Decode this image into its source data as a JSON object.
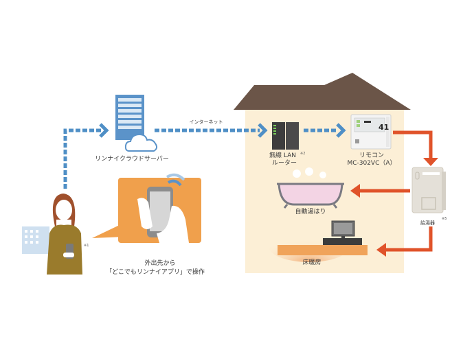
{
  "colors": {
    "network_blue": "#4f8fc6",
    "heat_red": "#e0532a",
    "house_wall": "#fcefd6",
    "roof": "#6b5548",
    "speech_orange": "#f0a04c",
    "server_blue": "#5b93c9"
  },
  "cloud": {
    "label": "リンナイクラウドサーバー",
    "icon": "server-cloud-icon"
  },
  "internet": {
    "label": "インターネット"
  },
  "router": {
    "label_line1": "無線 LAN",
    "note": "※2",
    "label_line2": "ルーター"
  },
  "remote": {
    "label_line1": "リモコン",
    "label_line2": "MC-302VC（A）",
    "display_value": "41"
  },
  "water_heater": {
    "label": "給湯器",
    "note": "※5"
  },
  "bath": {
    "label": "自動湯はり"
  },
  "floor_heating": {
    "label": "床暖房"
  },
  "user": {
    "note": "※1"
  },
  "app_bubble": {
    "caption_line1": "外出先から",
    "caption_line2": "「どこでもリンナイアプリ」で操作"
  }
}
